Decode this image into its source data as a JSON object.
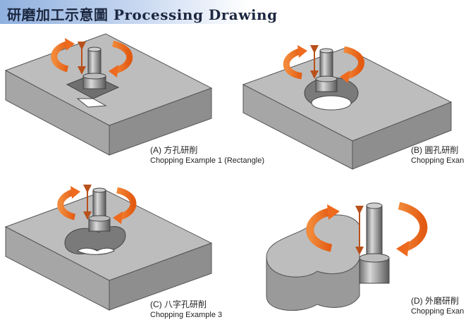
{
  "header": {
    "title": "研磨加工示意圖 Processing Drawing"
  },
  "examples": [
    {
      "label": "(A) 方孔研削",
      "subtitle": "Chopping Example 1 (Rectangle)"
    },
    {
      "label": "(B) 圓孔研削",
      "subtitle": "Chopping Exan"
    },
    {
      "label": "(C) 八字孔研削",
      "subtitle": "Chopping Example 3"
    },
    {
      "label": "(D) 外磨研削",
      "subtitle": "Chopping Exan"
    }
  ],
  "colors": {
    "block_top": "#bdbdbd",
    "block_side": "#8e8e8e",
    "arrow": "#ee6a1e",
    "banner": "#8fb0de"
  }
}
